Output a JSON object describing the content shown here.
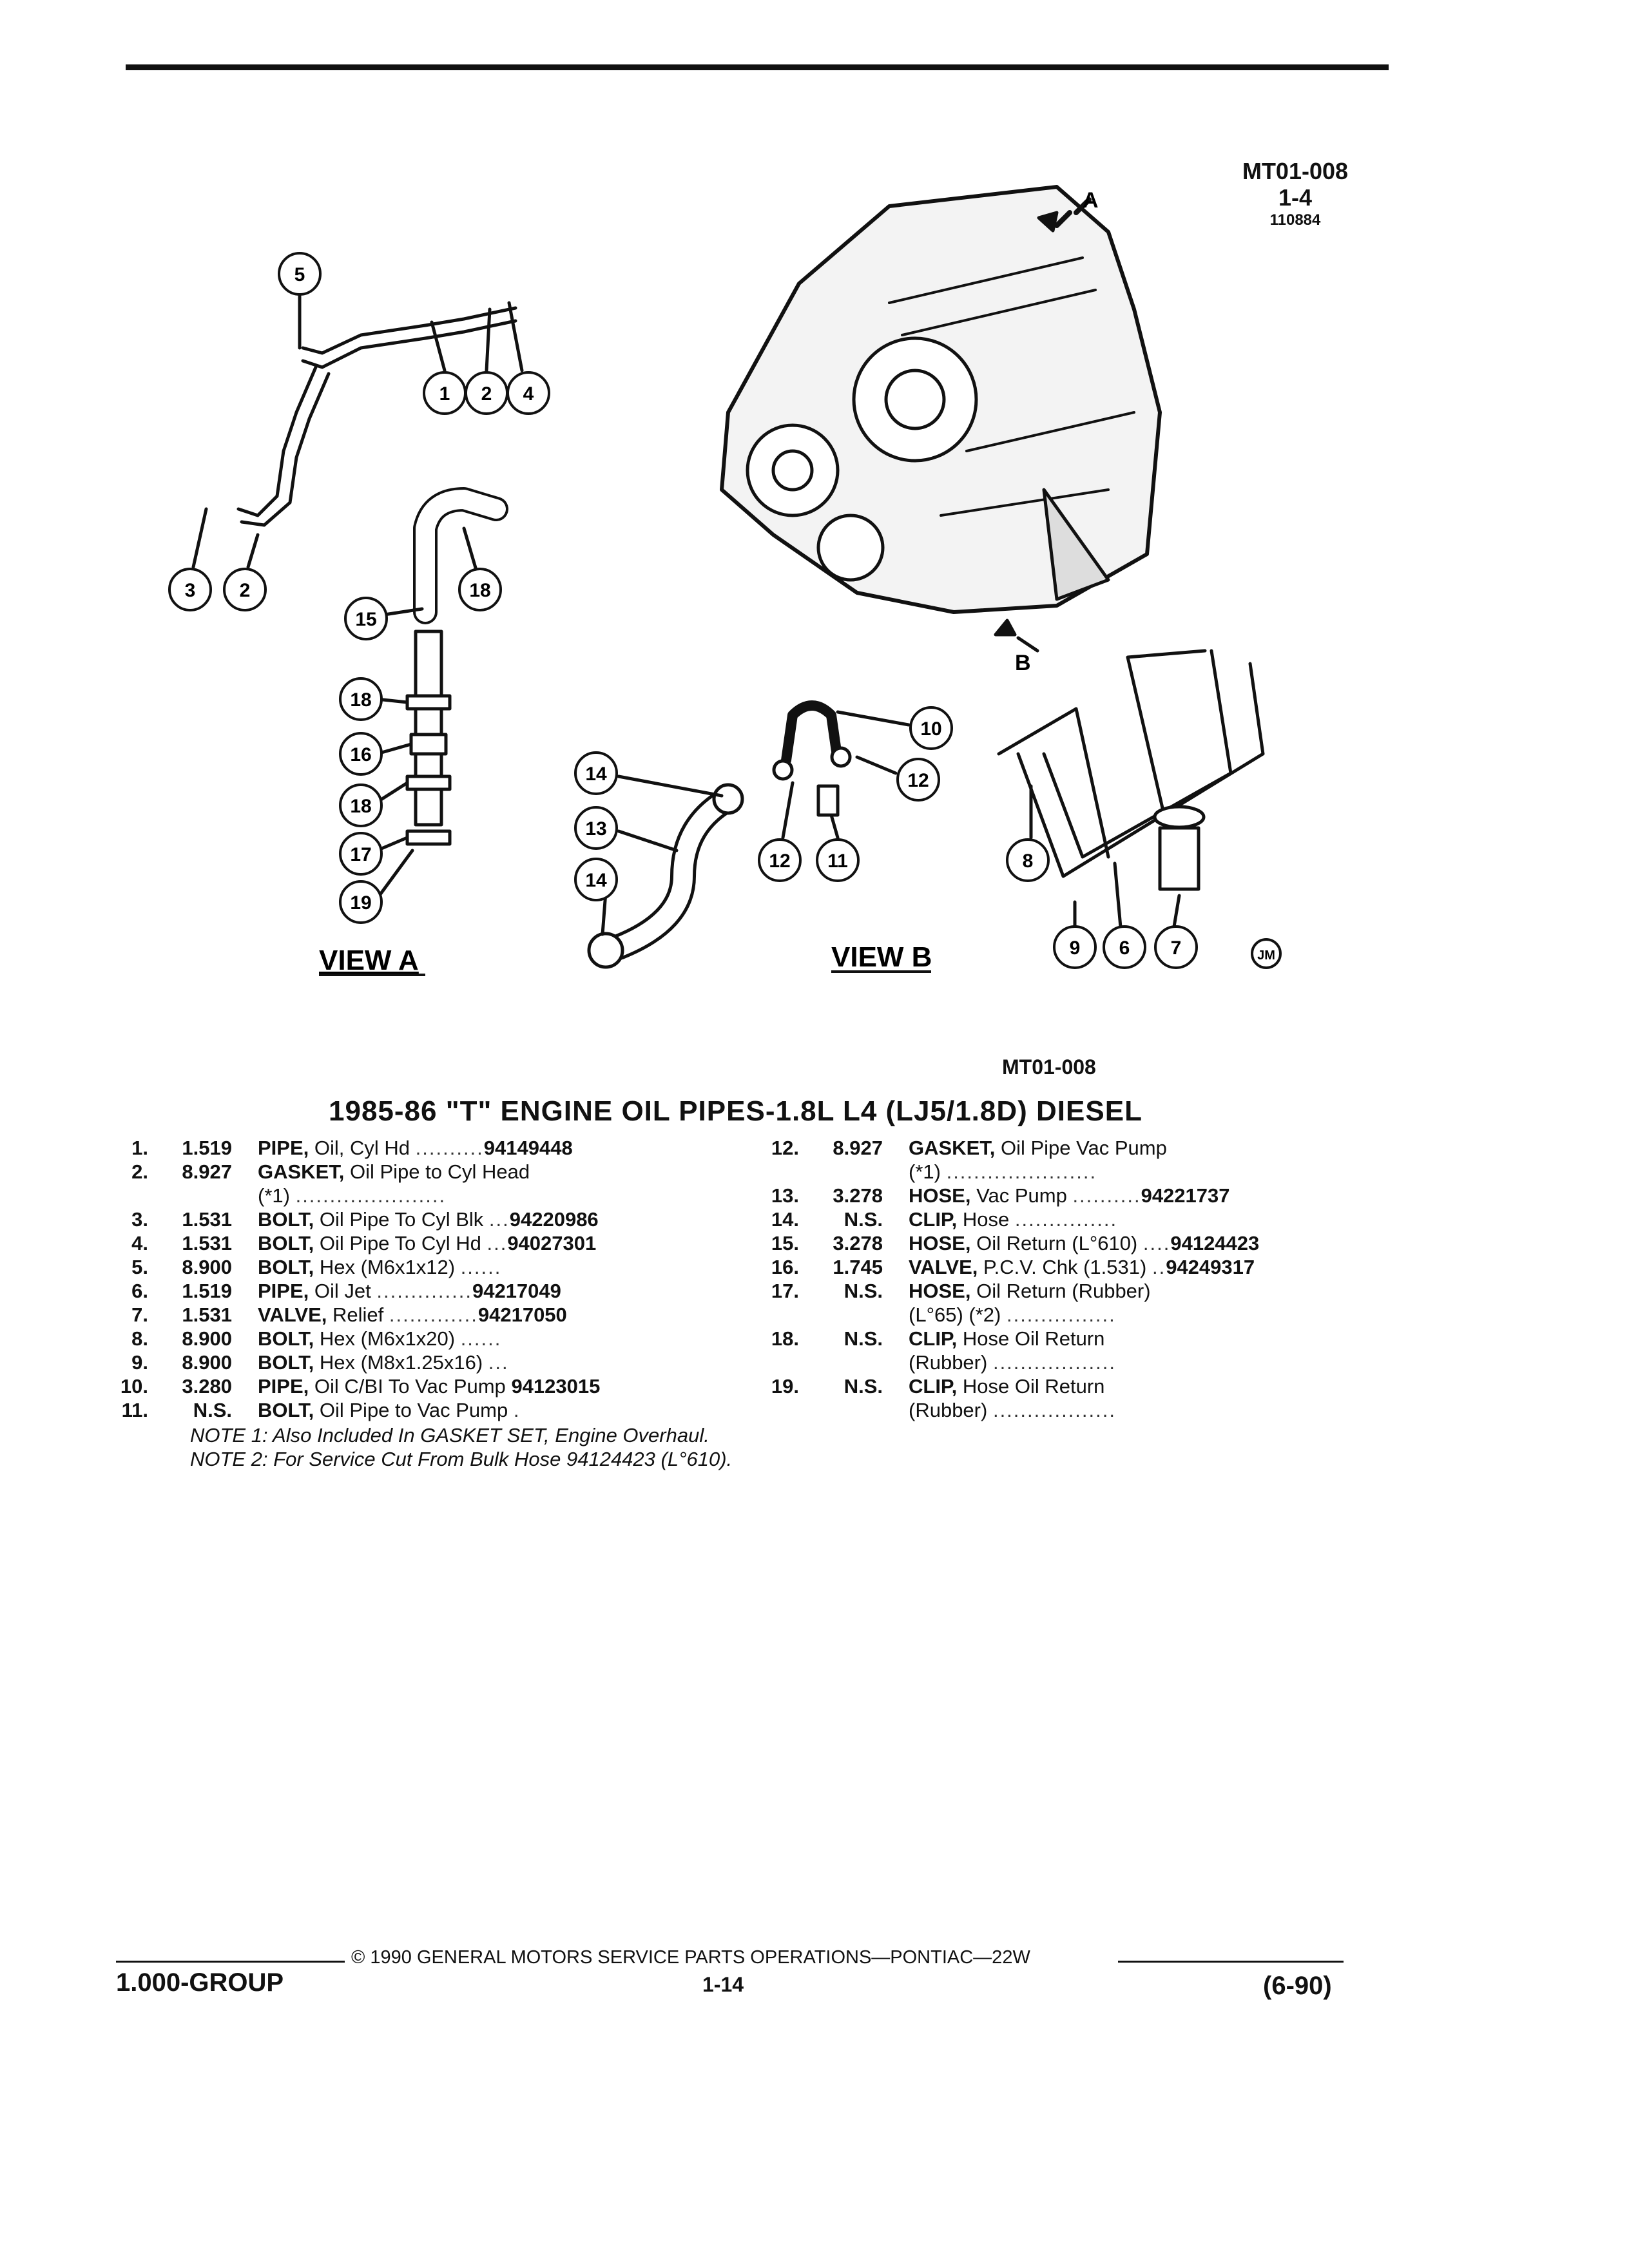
{
  "header": {
    "code": "MT01-008",
    "index": "1-4",
    "serial": "110884"
  },
  "diagram": {
    "view_a_label": "VIEW A",
    "view_b_label": "VIEW B",
    "arrow_a": "A",
    "arrow_b": "B",
    "logo": "JM",
    "figure_code": "MT01-008",
    "callouts": [
      "1",
      "2",
      "3",
      "4",
      "5",
      "6",
      "7",
      "8",
      "9",
      "10",
      "11",
      "12",
      "13",
      "14",
      "15",
      "16",
      "17",
      "18",
      "19"
    ]
  },
  "title": "1985-86 \"T\" ENGINE OIL PIPES-1.8L L4 (LJ5/1.8D) DIESEL",
  "parts_left": [
    {
      "num": "1.",
      "group": "1.519",
      "name": "PIPE,",
      "desc": "Oil, Cyl Hd",
      "dots": "..........",
      "pn": "94149448"
    },
    {
      "num": "2.",
      "group": "8.927",
      "name": "GASKET,",
      "desc": "Oil Pipe to Cyl Head",
      "dots": "",
      "pn": ""
    },
    {
      "num": "",
      "group": "",
      "name": "",
      "desc": "(*1)",
      "dots": "......................",
      "pn": ""
    },
    {
      "num": "3.",
      "group": "1.531",
      "name": "BOLT,",
      "desc": "Oil Pipe To Cyl Blk",
      "dots": "...",
      "pn": "94220986"
    },
    {
      "num": "4.",
      "group": "1.531",
      "name": "BOLT,",
      "desc": "Oil Pipe To Cyl Hd",
      "dots": "...",
      "pn": "94027301"
    },
    {
      "num": "5.",
      "group": "8.900",
      "name": "BOLT,",
      "desc": "Hex (M6x1x12)",
      "dots": "......",
      "pn": ""
    },
    {
      "num": "6.",
      "group": "1.519",
      "name": "PIPE,",
      "desc": "Oil Jet",
      "dots": "..............",
      "pn": "94217049"
    },
    {
      "num": "7.",
      "group": "1.531",
      "name": "VALVE,",
      "desc": "Relief",
      "dots": ".............",
      "pn": "94217050"
    },
    {
      "num": "8.",
      "group": "8.900",
      "name": "BOLT,",
      "desc": "Hex (M6x1x20)",
      "dots": "......",
      "pn": ""
    },
    {
      "num": "9.",
      "group": "8.900",
      "name": "BOLT,",
      "desc": "Hex (M8x1.25x16)",
      "dots": "...",
      "pn": ""
    },
    {
      "num": "10.",
      "group": "3.280",
      "name": "PIPE,",
      "desc": "Oil C/BI To Vac Pump",
      "dots": "",
      "pn": "94123015"
    },
    {
      "num": "11.",
      "group": "N.S.",
      "name": "BOLT,",
      "desc": "Oil Pipe to Vac Pump",
      "dots": ".",
      "pn": ""
    }
  ],
  "parts_right": [
    {
      "num": "12.",
      "group": "8.927",
      "name": "GASKET,",
      "desc": "Oil Pipe Vac Pump",
      "dots": "",
      "pn": ""
    },
    {
      "num": "",
      "group": "",
      "name": "",
      "desc": "(*1)",
      "dots": "......................",
      "pn": ""
    },
    {
      "num": "13.",
      "group": "3.278",
      "name": "HOSE,",
      "desc": "Vac Pump",
      "dots": "..........",
      "pn": "94221737"
    },
    {
      "num": "14.",
      "group": "N.S.",
      "name": "CLIP,",
      "desc": "Hose",
      "dots": "...............",
      "pn": ""
    },
    {
      "num": "15.",
      "group": "3.278",
      "name": "HOSE,",
      "desc": "Oil Return (L°610)",
      "dots": "....",
      "pn": "94124423"
    },
    {
      "num": "16.",
      "group": "1.745",
      "name": "VALVE,",
      "desc": "P.C.V. Chk (1.531)",
      "dots": "..",
      "pn": "94249317"
    },
    {
      "num": "17.",
      "group": "N.S.",
      "name": "HOSE,",
      "desc": "Oil Return (Rubber)",
      "dots": "",
      "pn": ""
    },
    {
      "num": "",
      "group": "",
      "name": "",
      "desc": "(L°65) (*2)",
      "dots": "................",
      "pn": ""
    },
    {
      "num": "18.",
      "group": "N.S.",
      "name": "CLIP,",
      "desc": "Hose Oil Return",
      "dots": "",
      "pn": ""
    },
    {
      "num": "",
      "group": "",
      "name": "",
      "desc": "(Rubber)",
      "dots": "..................",
      "pn": ""
    },
    {
      "num": "19.",
      "group": "N.S.",
      "name": "CLIP,",
      "desc": "Hose Oil Return",
      "dots": "",
      "pn": ""
    },
    {
      "num": "",
      "group": "",
      "name": "",
      "desc": "(Rubber)",
      "dots": "..................",
      "pn": ""
    }
  ],
  "notes": [
    "NOTE 1: Also Included In GASKET SET, Engine Overhaul.",
    "NOTE 2: For Service Cut From Bulk Hose 94124423 (L°610)."
  ],
  "footer": {
    "copyright": "© 1990 GENERAL MOTORS SERVICE PARTS OPERATIONS—PONTIAC—22W",
    "group": "1.000-GROUP",
    "page": "1-14",
    "date": "(6-90)"
  }
}
